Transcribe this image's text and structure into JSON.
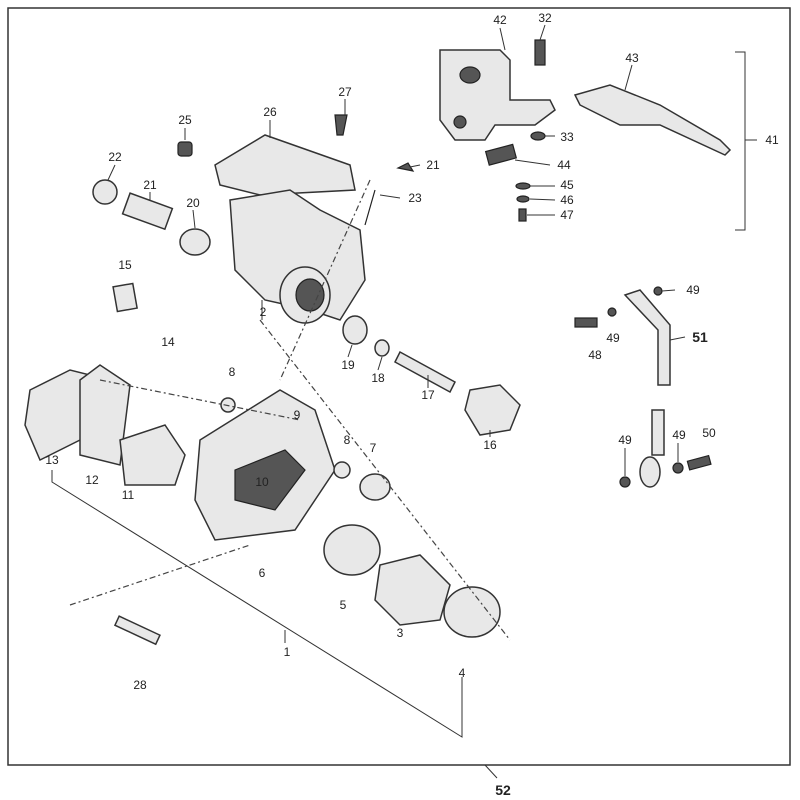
{
  "title": "Rear brake caliper exploded parts diagram",
  "callouts": {
    "c1": "1",
    "c2": "2",
    "c3": "3",
    "c4": "4",
    "c5": "5",
    "c6": "6",
    "c7": "7",
    "c8a": "8",
    "c8b": "8",
    "c9": "9",
    "c10": "10",
    "c11": "11",
    "c12": "12",
    "c13": "13",
    "c14": "14",
    "c15": "15",
    "c16": "16",
    "c17": "17",
    "c18": "18",
    "c19": "19",
    "c20": "20",
    "c21a": "21",
    "c21b": "21",
    "c22": "22",
    "c23": "23",
    "c25": "25",
    "c26": "26",
    "c27": "27",
    "c28": "28",
    "c32": "32",
    "c33": "33",
    "c41": "41",
    "c42": "42",
    "c43": "43",
    "c44": "44",
    "c45": "45",
    "c46": "46",
    "c47": "47",
    "c48": "48",
    "c49a": "49",
    "c49b": "49",
    "c49c": "49",
    "c49d": "49",
    "c50": "50",
    "c51": "51",
    "c52": "52"
  }
}
